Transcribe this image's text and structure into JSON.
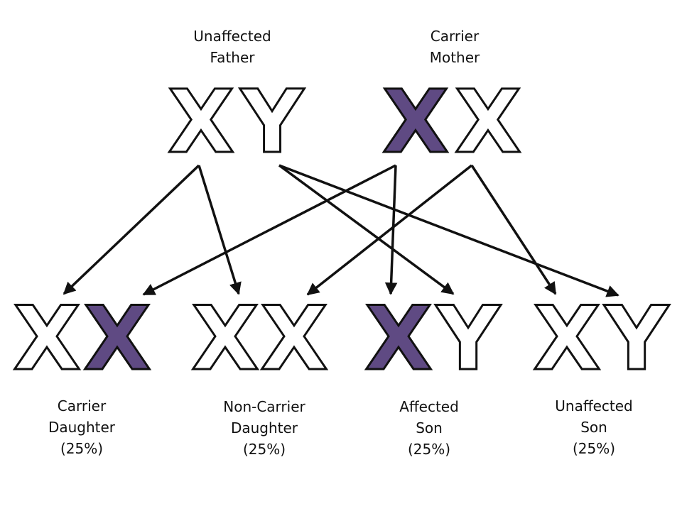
{
  "colors": {
    "affected_allele": "#5f4a83",
    "normal_allele": "#ffffff",
    "outline": "#111111",
    "arrow": "#111111"
  },
  "parents": [
    {
      "label_line1": "Unaffected",
      "label_line2": "Father",
      "chromosomes": [
        {
          "letter": "X",
          "affected": false
        },
        {
          "letter": "Y",
          "affected": false
        }
      ]
    },
    {
      "label_line1": "Carrier",
      "label_line2": "Mother",
      "chromosomes": [
        {
          "letter": "X",
          "affected": true
        },
        {
          "letter": "X",
          "affected": false
        }
      ]
    }
  ],
  "offspring": [
    {
      "label_line1": "Carrier",
      "label_line2": "Daughter",
      "probability": "(25%)",
      "chromosomes": [
        {
          "letter": "X",
          "affected": false
        },
        {
          "letter": "X",
          "affected": true
        }
      ]
    },
    {
      "label_line1": "Non-Carrier",
      "label_line2": "Daughter",
      "probability": "(25%)",
      "chromosomes": [
        {
          "letter": "X",
          "affected": false
        },
        {
          "letter": "X",
          "affected": false
        }
      ]
    },
    {
      "label_line1": "Affected",
      "label_line2": "Son",
      "probability": "(25%)",
      "chromosomes": [
        {
          "letter": "X",
          "affected": true
        },
        {
          "letter": "Y",
          "affected": false
        }
      ]
    },
    {
      "label_line1": "Unaffected",
      "label_line2": "Son",
      "probability": "(25%)",
      "chromosomes": [
        {
          "letter": "X",
          "affected": false
        },
        {
          "letter": "Y",
          "affected": false
        }
      ]
    }
  ]
}
